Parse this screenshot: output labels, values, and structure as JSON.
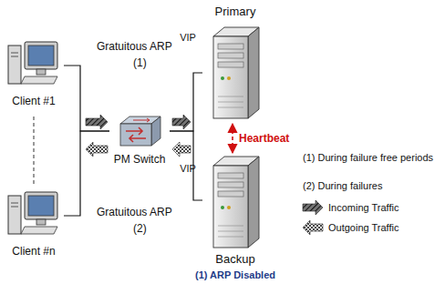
{
  "diagram": {
    "nodes": [
      {
        "text": [
          "Client #1"
        ]
      },
      {
        "text": [
          "Client #n"
        ]
      },
      {
        "text": [
          "PM Switch"
        ]
      },
      {
        "text": [
          "Primary",
          "VIP"
        ]
      },
      {
        "text": [
          "VIP",
          "Backup",
          "(1) ARP Disabled"
        ]
      }
    ],
    "edges": [
      {
        "from": 0,
        "to": 2,
        "arrow": "none"
      },
      {
        "from": 1,
        "to": 2,
        "arrow": "none"
      },
      {
        "from": 2,
        "to": 3,
        "arrow": "none"
      },
      {
        "from": 2,
        "to": 4,
        "arrow": "none"
      },
      {
        "from": 3,
        "to": 4,
        "label": "Heartbeat",
        "arrow": "both"
      }
    ],
    "labels": [
      "Gratuitous ARP",
      "(1)",
      "Gratuitous ARP",
      "(2)",
      "(1) During failure free periods",
      "(2) During failures"
    ],
    "legend": [
      {
        "text": "Incoming Traffic"
      },
      {
        "text": "Outgoing Traffic"
      }
    ]
  }
}
